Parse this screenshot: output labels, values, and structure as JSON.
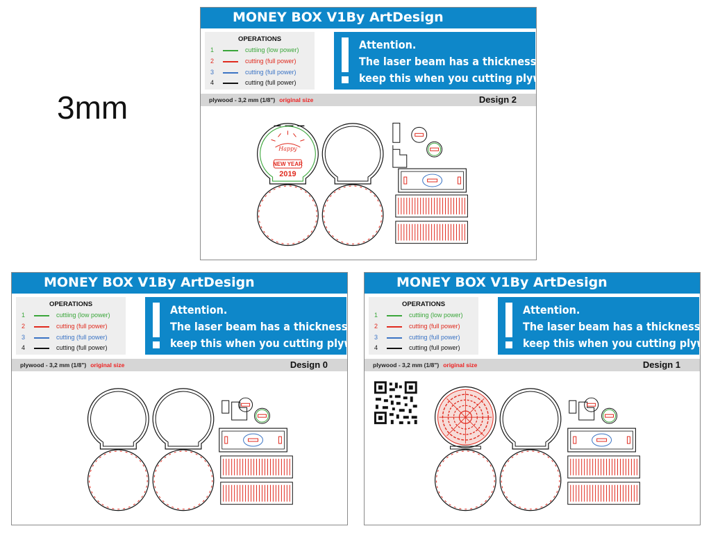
{
  "side_label": "3mm",
  "sheets": [
    {
      "title": "MONEY BOX V1By ArtDesign",
      "design": "Design 2",
      "material": "plywood - 3,2 mm (1/8\")",
      "original_size": "original size"
    },
    {
      "title": "MONEY BOX V1By ArtDesign",
      "design": "Design 0",
      "material": "plywood - 3,2 mm (1/8\")",
      "original_size": "original size"
    },
    {
      "title": "MONEY BOX V1By ArtDesign",
      "design": "Design 1",
      "material": "plywood - 3,2 mm (1/8\")",
      "original_size": "original size"
    }
  ],
  "operations": {
    "title": "OPERATIONS",
    "items": [
      {
        "num": "1",
        "label": "cuttiing (low power)",
        "color": "#3aa63a"
      },
      {
        "num": "2",
        "label": "cutting (full power)",
        "color": "#e02a1e"
      },
      {
        "num": "3",
        "label": "cutting (full power)",
        "color": "#3a73c4"
      },
      {
        "num": "4",
        "label": "cutting (full power)",
        "color": "#111111"
      }
    ]
  },
  "attention": {
    "line1": "Attention.",
    "line2": "The laser beam has a thickness,",
    "line3": "keep this when you cutting plywood."
  },
  "engraving": {
    "happy": "Happy",
    "new_year": "NEW YEAR",
    "year": "2019"
  },
  "colors": {
    "accent": "#0e87c9",
    "red": "#e02a1e",
    "green": "#3aa63a",
    "blue": "#3a73c4"
  }
}
